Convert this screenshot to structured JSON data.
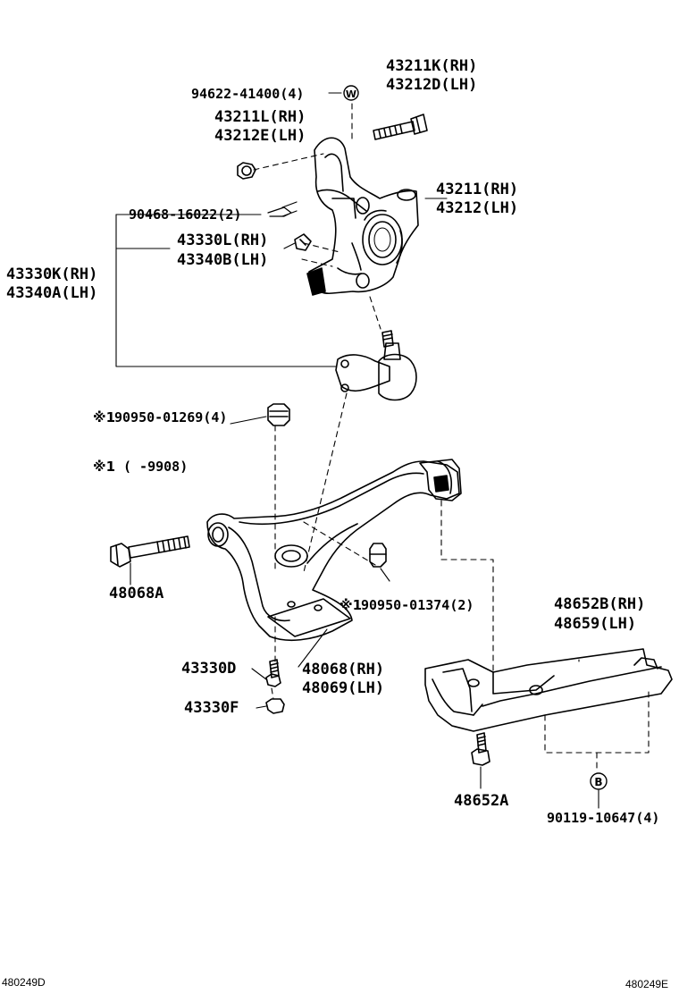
{
  "labels": {
    "l_43211K": "43211K(RH)",
    "l_43212D": "43212D(LH)",
    "l_94622": "94622-41400(4)",
    "l_43211L": "43211L(RH)",
    "l_43212E": "43212E(LH)",
    "l_43211": "43211(RH)",
    "l_43212": "43212(LH)",
    "l_90468": "90468-16022(2)",
    "l_43330L": "43330L(RH)",
    "l_43340B": "43340B(LH)",
    "l_43330K": "43330K(RH)",
    "l_43340A": "43340A(LH)",
    "l_90950a": "90950-01269(4)",
    "l_note_range": "(      -9908)",
    "l_48068A": "48068A",
    "l_90950b": "90950-01374(2)",
    "l_48652B": "48652B(RH)",
    "l_48659": "48659(LH)",
    "l_43330D": "43330D",
    "l_48068": "48068(RH)",
    "l_48069": "48069(LH)",
    "l_43330F": "43330F",
    "l_48652A": "48652A",
    "l_90119": "90119-10647(4)"
  },
  "marks": {
    "note_symbol": "※1",
    "circle_w": "W",
    "circle_b": "B"
  },
  "codes": {
    "bottom_left": "480249D",
    "bottom_right": "480249E"
  }
}
